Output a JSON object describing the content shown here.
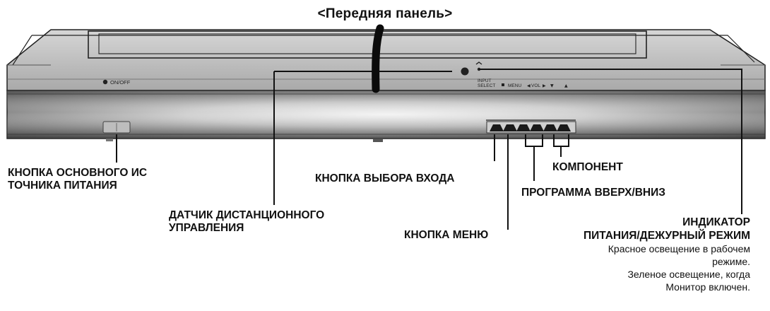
{
  "title": "<Передняя панель>",
  "panel": {
    "onoff_text": "ON/OFF",
    "input_select_text": "INPUT",
    "select_text": "SELECT",
    "menu_text": "MENU",
    "vol_text": "VOL"
  },
  "callouts": {
    "power_button_line1": "КНОПКА ОСНОВНОГО ИС",
    "power_button_line2": "ТОЧНИКА ПИТАНИЯ",
    "remote_sensor_line1": "ДАТЧИК ДИСТАНЦИОННОГО",
    "remote_sensor_line2": "УПРАВЛЕНИЯ",
    "input_select": "КНОПКА ВЫБОРА ВХОДА",
    "menu_button": "КНОПКА МЕНЮ",
    "component": "КОМПОНЕНТ",
    "program_updown": "ПРОГРАММА ВВЕРХ/ВНИЗ",
    "indicator_line1": "ИНДИКАТОР",
    "indicator_line2": "ПИТАНИЯ/ДЕЖУРНЫЙ РЕЖИМ",
    "indicator_desc1": "Красное освещение в рабочем",
    "indicator_desc2": "режиме.",
    "indicator_desc3": "Зеленое освещение, когда",
    "indicator_desc4": "Монитор включен."
  },
  "colors": {
    "line": "#111111",
    "panel_top": "#bfbfbf",
    "panel_front_dark": "#3a3a3a",
    "panel_front_light": "#f2f2f2"
  }
}
